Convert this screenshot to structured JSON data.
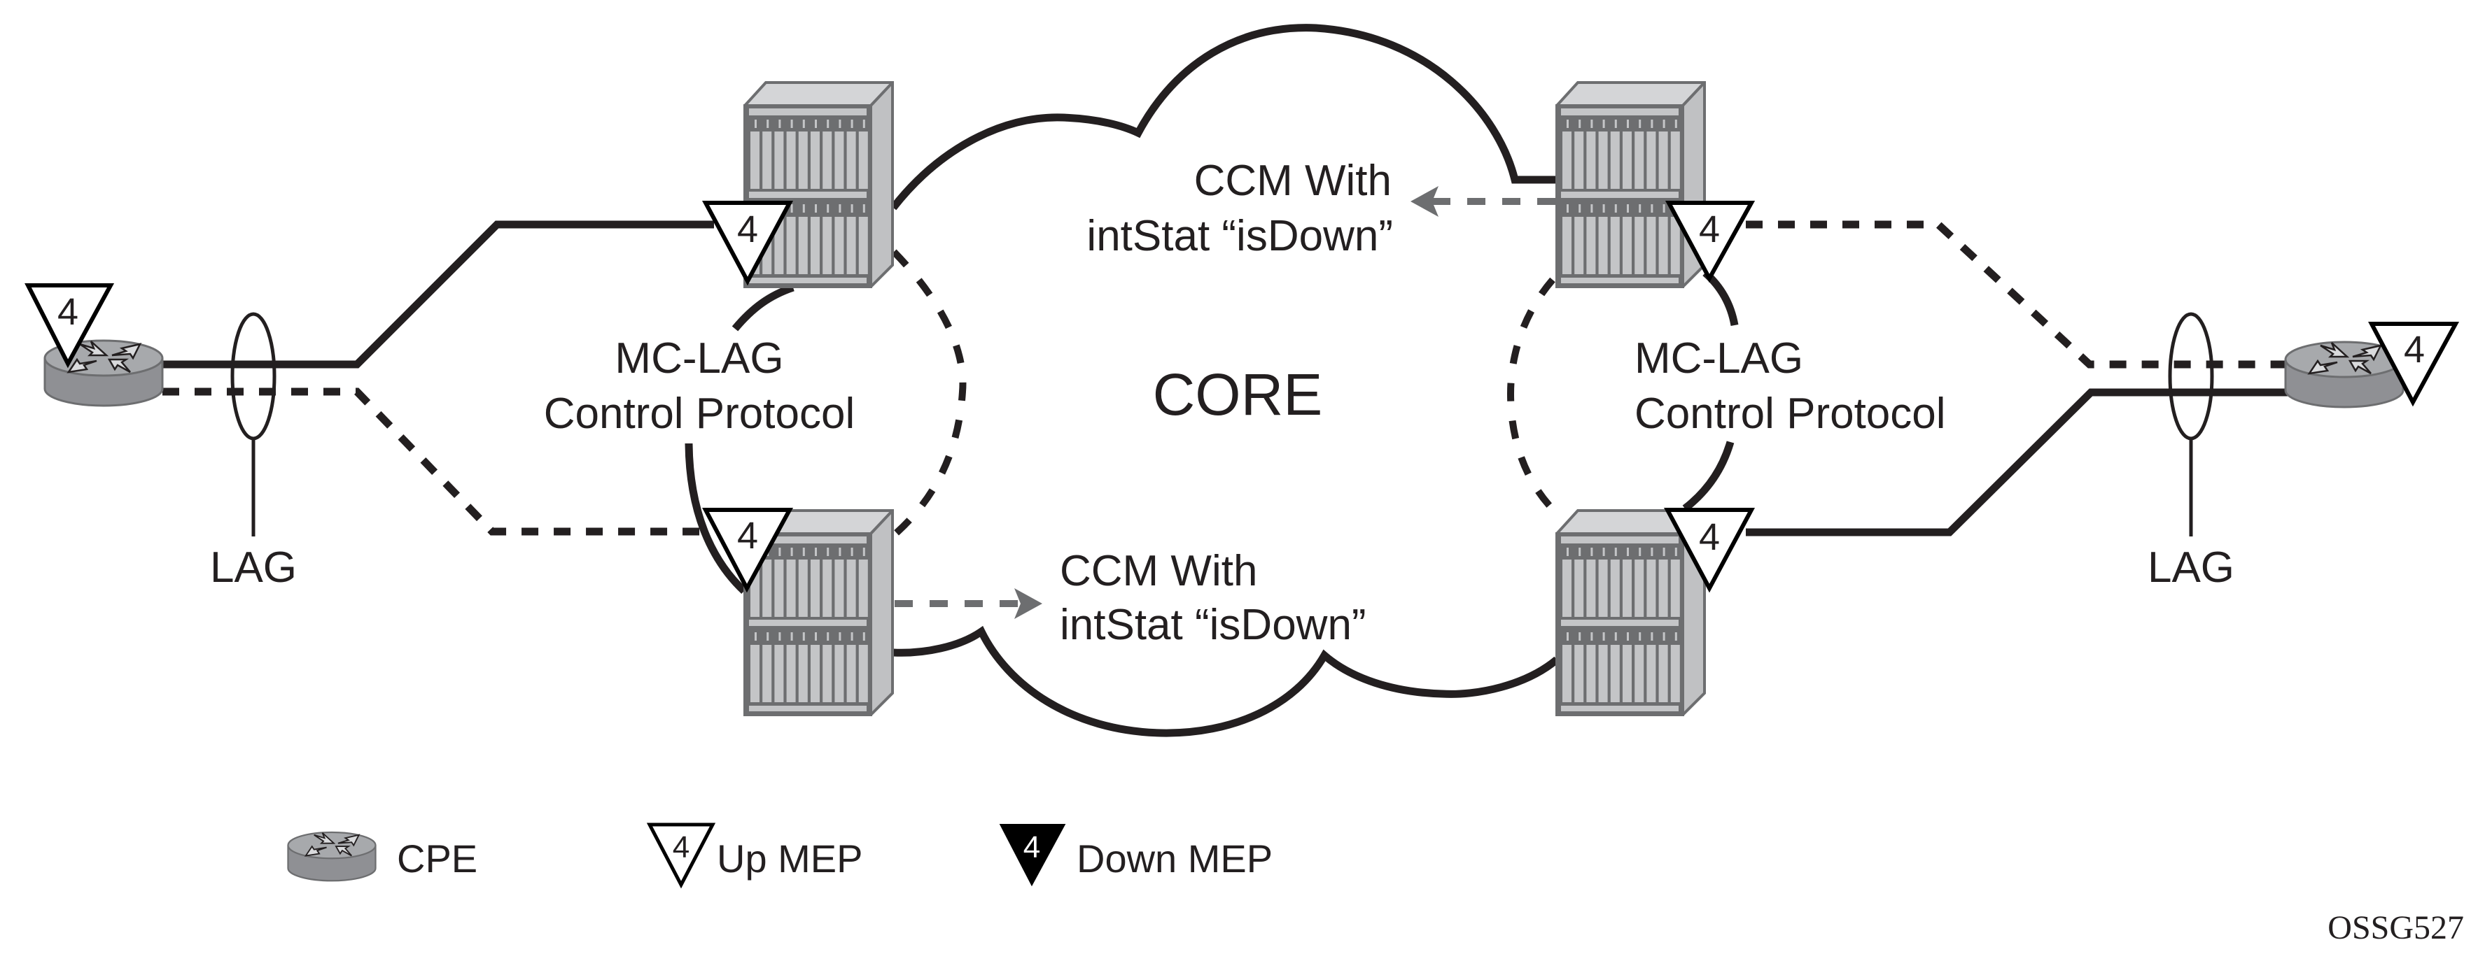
{
  "figure_id": "OSSG527",
  "labels": {
    "core": "CORE",
    "mclag_left": [
      "MC-LAG",
      "Control Protocol"
    ],
    "mclag_right": [
      "MC-LAG",
      "Control Protocol"
    ],
    "ccm_top": [
      "CCM With",
      "intStat “isDown”"
    ],
    "ccm_bottom": [
      "CCM With",
      "intStat “isDown”"
    ],
    "lag_left": "LAG",
    "lag_right": "LAG"
  },
  "mep_label": "4",
  "nodes": {
    "cpe_left": {
      "type": "CPE",
      "mep": "Up MEP"
    },
    "cpe_right": {
      "type": "CPE",
      "mep": "Up MEP"
    },
    "pe_top_left": {
      "type": "PE router",
      "mep": "Up MEP",
      "link": "active"
    },
    "pe_bottom_left": {
      "type": "PE router",
      "mep": "Up MEP",
      "link": "standby"
    },
    "pe_top_right": {
      "type": "PE router",
      "mep": "Up MEP",
      "link": "standby"
    },
    "pe_bottom_right": {
      "type": "PE router",
      "mep": "Up MEP",
      "link": "active"
    }
  },
  "legend": {
    "cpe": "CPE",
    "up_mep": "Up MEP",
    "down_mep": "Down MEP",
    "mep_number": "4"
  },
  "colors": {
    "line": "#231f20",
    "ccm_arrow": "#6d6e70",
    "device_outline": "#6d6e70",
    "device_face": "#c4c5c7",
    "device_top": "#d4d5d7",
    "cpe_top": "#a7a9ac",
    "cpe_side": "#8f9094"
  }
}
